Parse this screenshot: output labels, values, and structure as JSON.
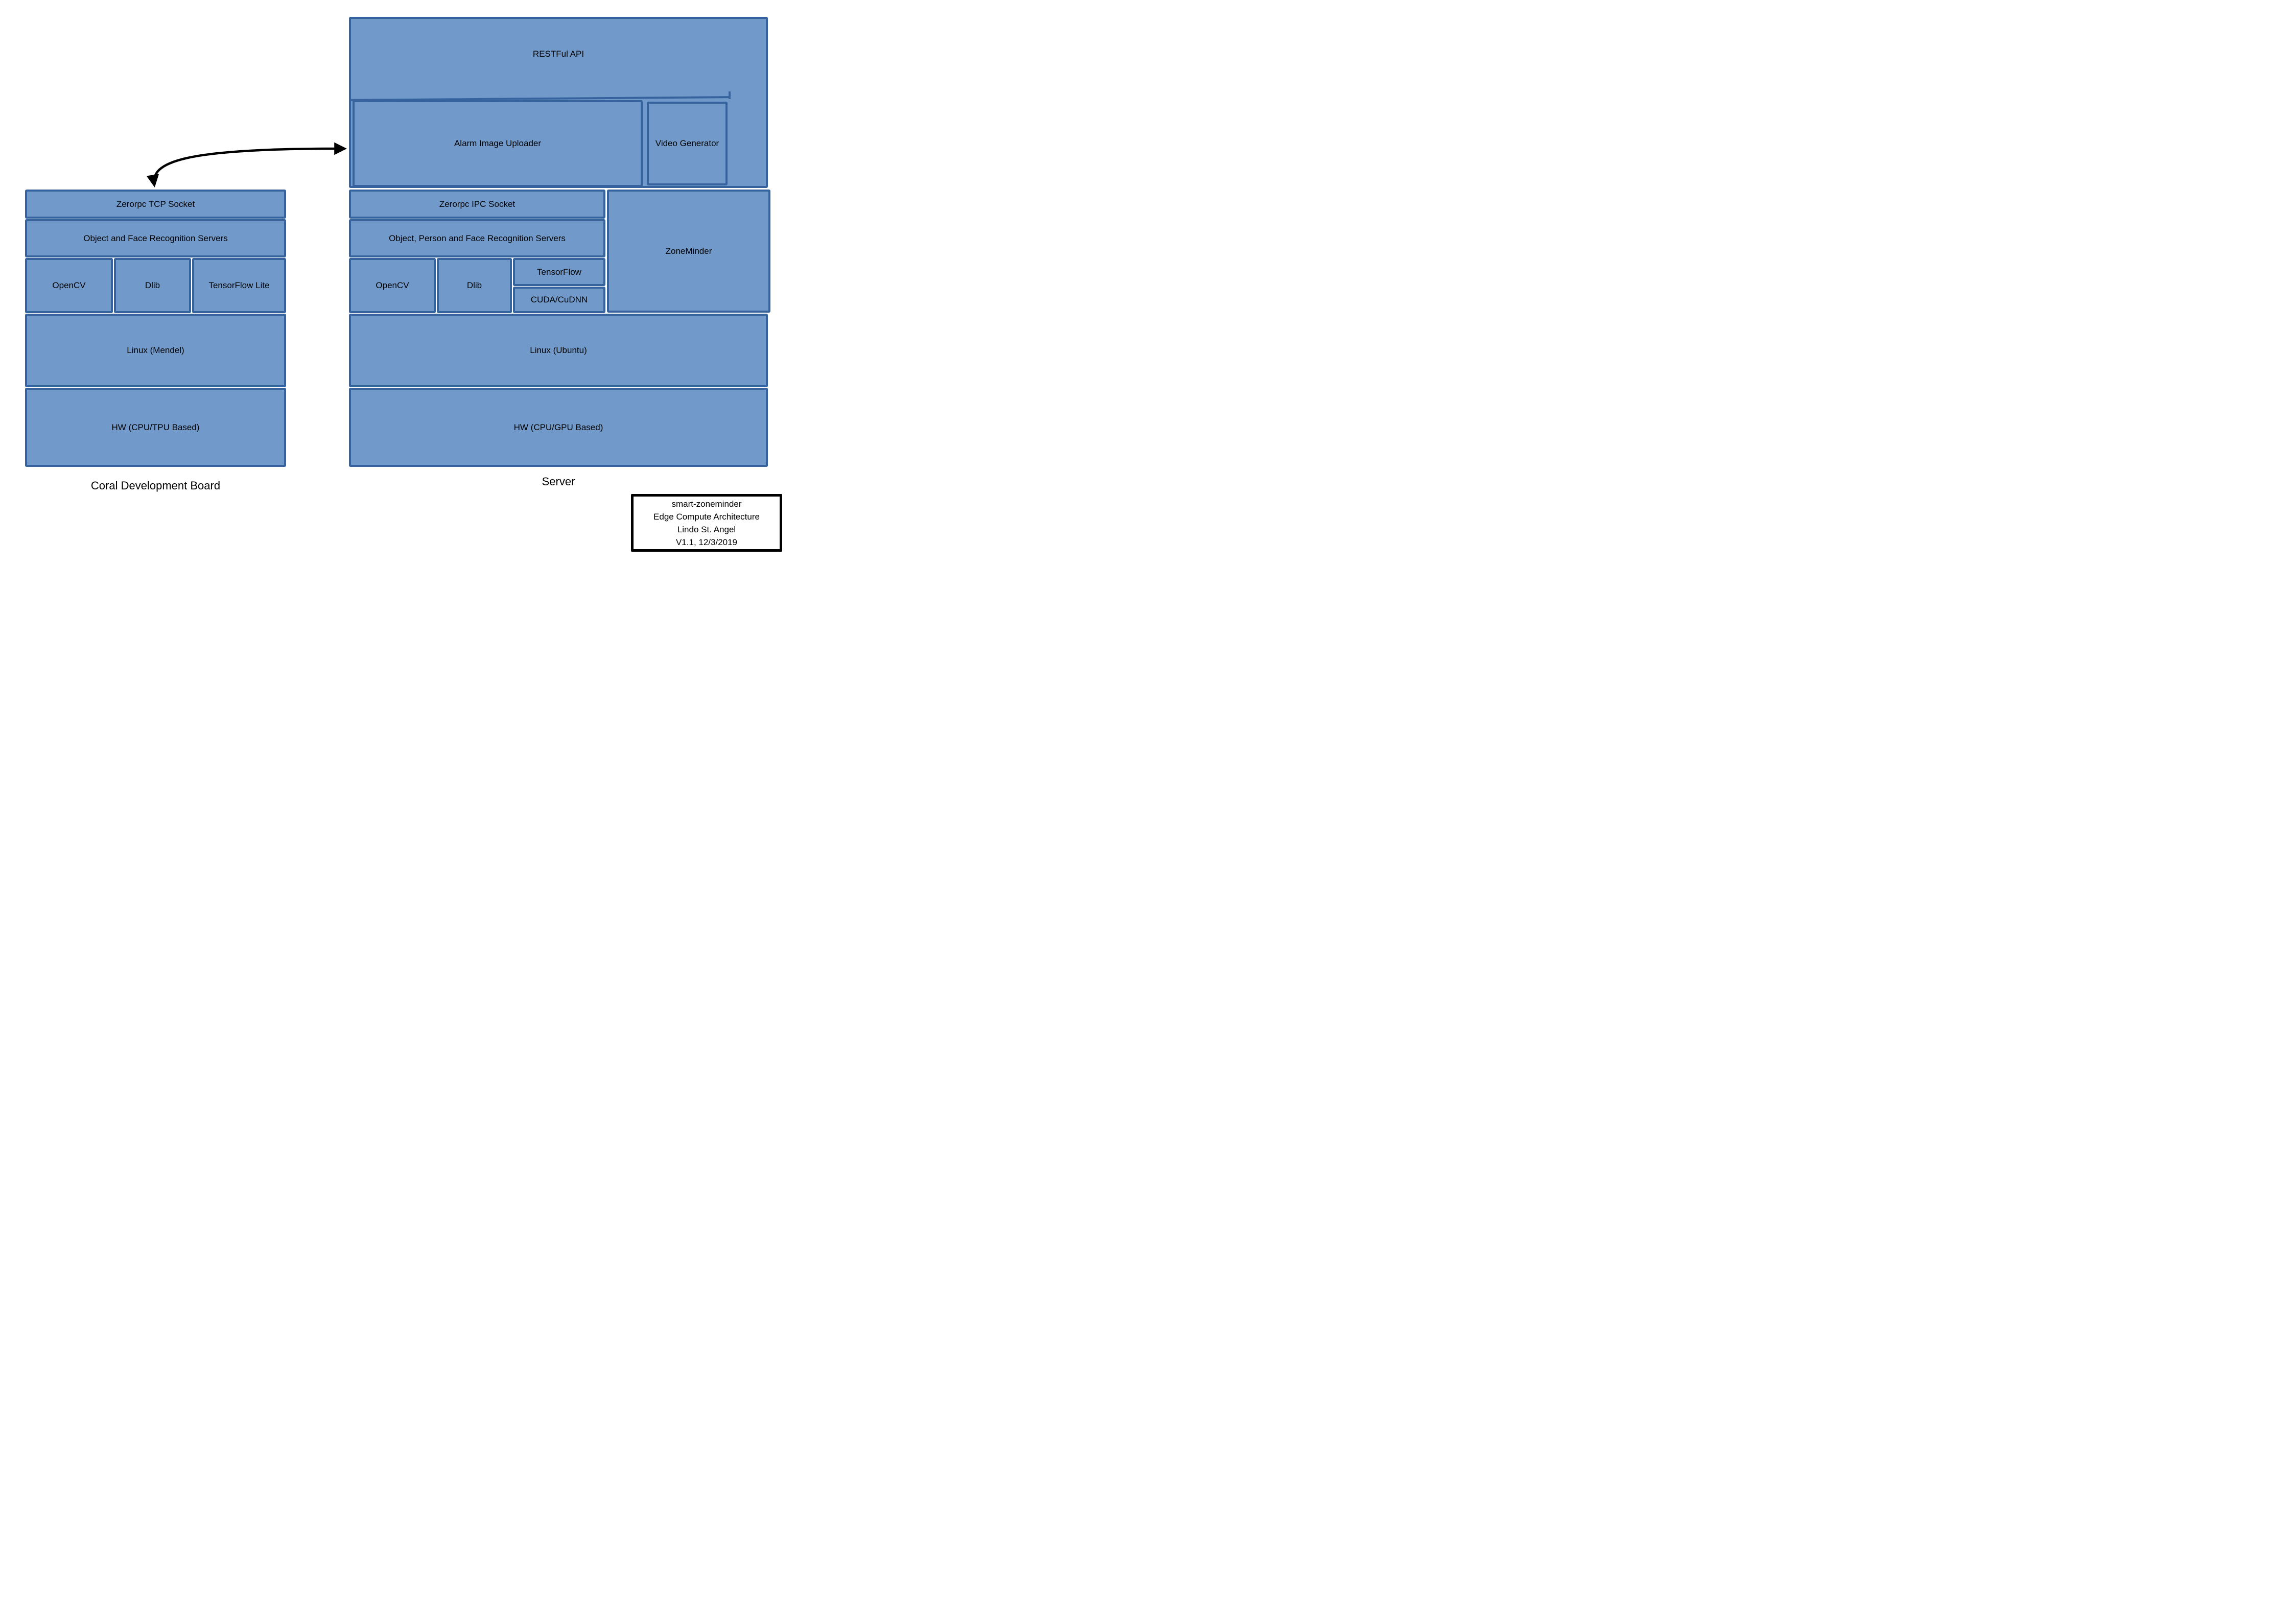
{
  "colors": {
    "box_fill": "#719ACA",
    "box_border": "#36639E",
    "arrow": "#000000"
  },
  "coral": {
    "caption": "Coral Development Board",
    "socket": "Zerorpc TCP Socket",
    "servers": "Object and Face Recognition Servers",
    "opencv": "OpenCV",
    "dlib": "Dlib",
    "tflite": "TensorFlow Lite",
    "os": "Linux (Mendel)",
    "hw": "HW (CPU/TPU Based)"
  },
  "server": {
    "caption": "Server",
    "api": "RESTFul API",
    "uploader": "Alarm Image Uploader",
    "videogen": "Video Generator",
    "socket": "Zerorpc IPC Socket",
    "servers": "Object, Person and Face Recognition Servers",
    "opencv": "OpenCV",
    "dlib": "Dlib",
    "tensorflow": "TensorFlow",
    "cuda": "CUDA/CuDNN",
    "zoneminder": "ZoneMinder",
    "os": "Linux (Ubuntu)",
    "hw": "HW (CPU/GPU Based)"
  },
  "annotation": {
    "line1": "smart-zoneminder",
    "line2": "Edge Compute Architecture",
    "line3": "Lindo St. Angel",
    "line4": "V1.1, 12/3/2019"
  }
}
